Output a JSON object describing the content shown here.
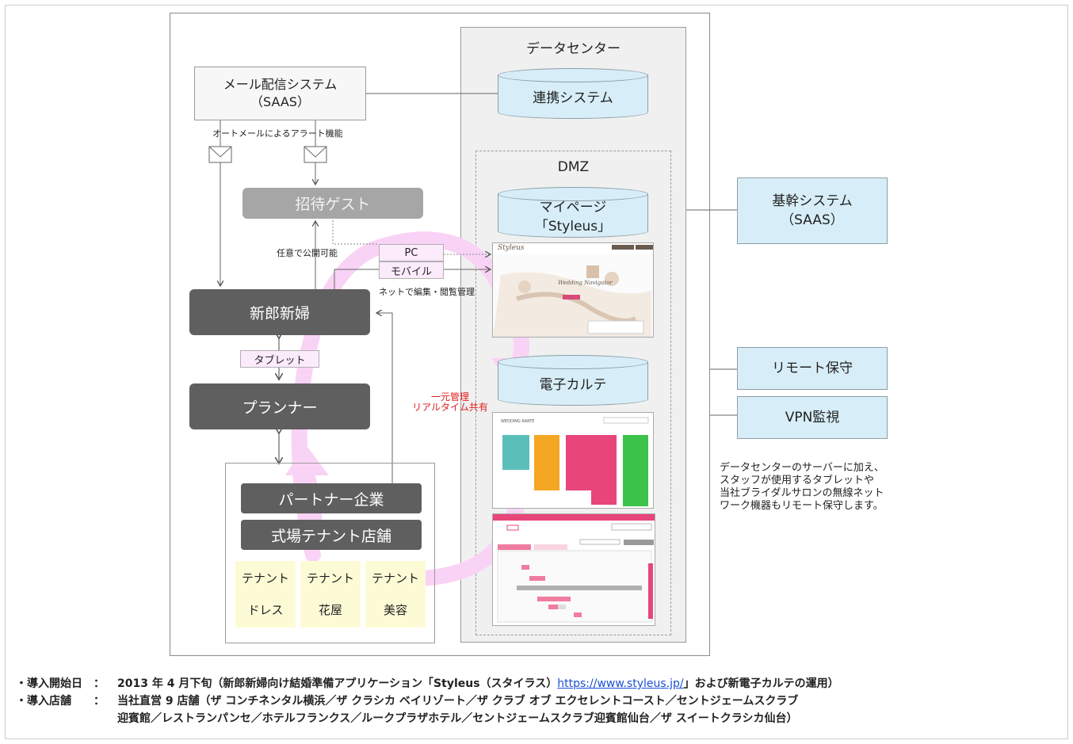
{
  "datacenter": {
    "title": "データセンター",
    "renkei": "連携システム",
    "dmz": {
      "title": "DMZ",
      "mypage_line1": "マイページ",
      "mypage_line2": "「Styleus」",
      "karte": "電子カルテ"
    }
  },
  "mail_system": {
    "line1": "メール配信システム",
    "line2": "（SAAS）",
    "alert": "オートメールによるアラート機能"
  },
  "invited_guest": "招待ゲスト",
  "publish_note": "任意で公開可能",
  "pc": "PC",
  "mobile": "モバイル",
  "net_note": "ネットで編集・閲覧管理",
  "couple": "新郎新婦",
  "tablet": "タブレット",
  "planner": "プランナー",
  "unified": {
    "line1": "一元管理",
    "line2": "リアルタイム共有"
  },
  "partner": "パートナー企業",
  "venue_tenant": "式場テナント店舗",
  "tenants": [
    {
      "label": "テナント",
      "type": "ドレス"
    },
    {
      "label": "テナント",
      "type": "花屋"
    },
    {
      "label": "テナント",
      "type": "美容"
    }
  ],
  "core_system": {
    "line1": "基幹システム",
    "line2": "（SAAS）"
  },
  "remote": "リモート保守",
  "vpn": "VPN監視",
  "remote_note": [
    "データセンターのサーバーに加え、",
    "スタッフが使用するタブレットや",
    "当社ブライダルサロンの無線ネット",
    "ワーク機器もリモート保守します。"
  ],
  "screenshot_top": {
    "brand": "Styleus",
    "center": "Wedding Navigator"
  },
  "screenshot_karte": {
    "title": "WEDDING KARTE"
  },
  "footer": {
    "start_label": "・導入開始日　：",
    "start_text1": "2013 年 4 月下旬（新郎新婦向け結婚準備アプリケーション「Styleus（スタイラス）",
    "url": "https://www.styleus.jp/",
    "start_text2": "」および新電子カルテの運用）",
    "stores_label": "・導入店舗　　：",
    "stores_line1": "当社直営 9 店舗（ザ コンチネンタル横浜／ザ クラシカ ベイリゾート／ザ クラブ オブ エクセレントコースト／セントジェームスクラブ",
    "stores_line2": "迎賓館／レストランパンセ／ホテルフランクス／ルークプラザホテル／セントジェームスクラブ迎賓館仙台／ザ スイートクラシカ仙台）"
  },
  "colors": {
    "dark_box": "#5f5f5f",
    "light_box": "#a6a6a6",
    "db_fill": "#d7eef8",
    "pink_arrow": "#f9d3f5",
    "tenant_fill": "#fdfbd6",
    "red_text": "#e02020"
  }
}
